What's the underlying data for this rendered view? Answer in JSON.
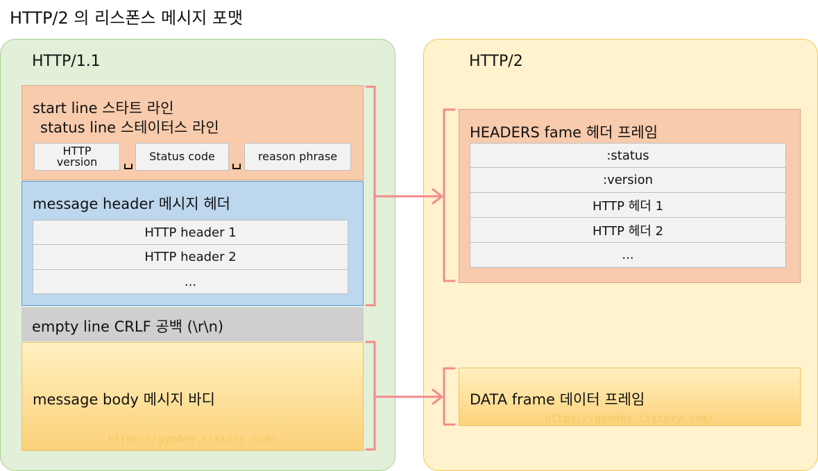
{
  "title": "HTTP/2 의 리스폰스 메시지 포맷",
  "http11": {
    "label": "HTTP/1.1",
    "start_line": {
      "title": "start line 스타트 라인",
      "subtitle": "status line 스테이터스 라인",
      "fields": [
        "HTTP\nversion",
        "Status code",
        "reason phrase"
      ]
    },
    "message_header": {
      "title": "message header 메시지 헤더",
      "rows": [
        "HTTP header 1",
        "HTTP header 2",
        "..."
      ]
    },
    "empty_line": "empty line CRLF 공백 (\\r\\n)",
    "message_body": "message body 메시지 바디",
    "watermark": "https://gymdev.tistory.com/"
  },
  "http2": {
    "label": "HTTP/2",
    "headers_frame": {
      "title": "HEADERS fame 헤더 프레임",
      "rows": [
        ":status",
        ":version",
        "HTTP 헤더 1",
        "HTTP 헤더 2",
        "..."
      ]
    },
    "data_frame": {
      "title": "DATA frame 데이터 프레임",
      "watermark": "https://gymdev.tistory.com/"
    }
  },
  "colors": {
    "http11_bg": "#e2efd9",
    "http2_bg": "#fff2cc",
    "start_line_bg": "#f8cbad",
    "header_bg": "#bdd7ee",
    "empty_line_bg": "#d0cece",
    "body_bg": "#fcd27a",
    "bracket_arrow": "#f28b8b"
  },
  "icons": [
    "space-icon",
    "arrow-right-icon",
    "bracket-icon"
  ]
}
